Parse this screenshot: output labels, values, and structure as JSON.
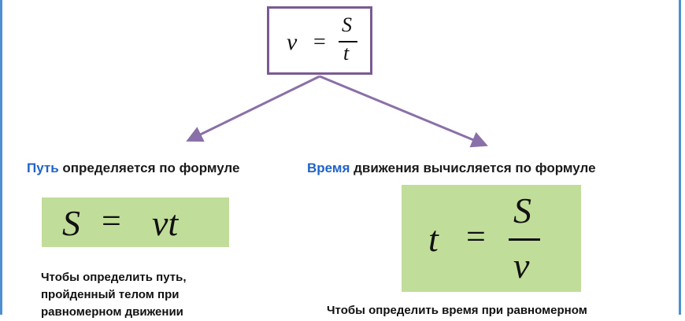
{
  "top_formula": {
    "lhs": "v",
    "eq": "=",
    "numerator": "S",
    "denominator": "t"
  },
  "left": {
    "heading_accent": "Путь",
    "heading_rest": " определяется по формуле",
    "formula": {
      "lhs": "S",
      "eq": "=",
      "rhs": "vt"
    },
    "text_lines": [
      "Чтобы определить путь,",
      "пройденный телом при",
      "равномерном движении"
    ]
  },
  "right": {
    "heading_accent": "Время",
    "heading_rest": " движения вычисляется по формуле",
    "formula": {
      "lhs": "t",
      "eq": "=",
      "numerator": "S",
      "denominator": "v"
    },
    "text_lines": [
      "Чтобы определить время при равномерном"
    ]
  },
  "colors": {
    "accent_text": "#1f63c8",
    "formula_bg": "#c1dd9a",
    "box_border": "#7a5a93",
    "arrow": "#8a70a8",
    "frame": "#4f8fd0"
  }
}
